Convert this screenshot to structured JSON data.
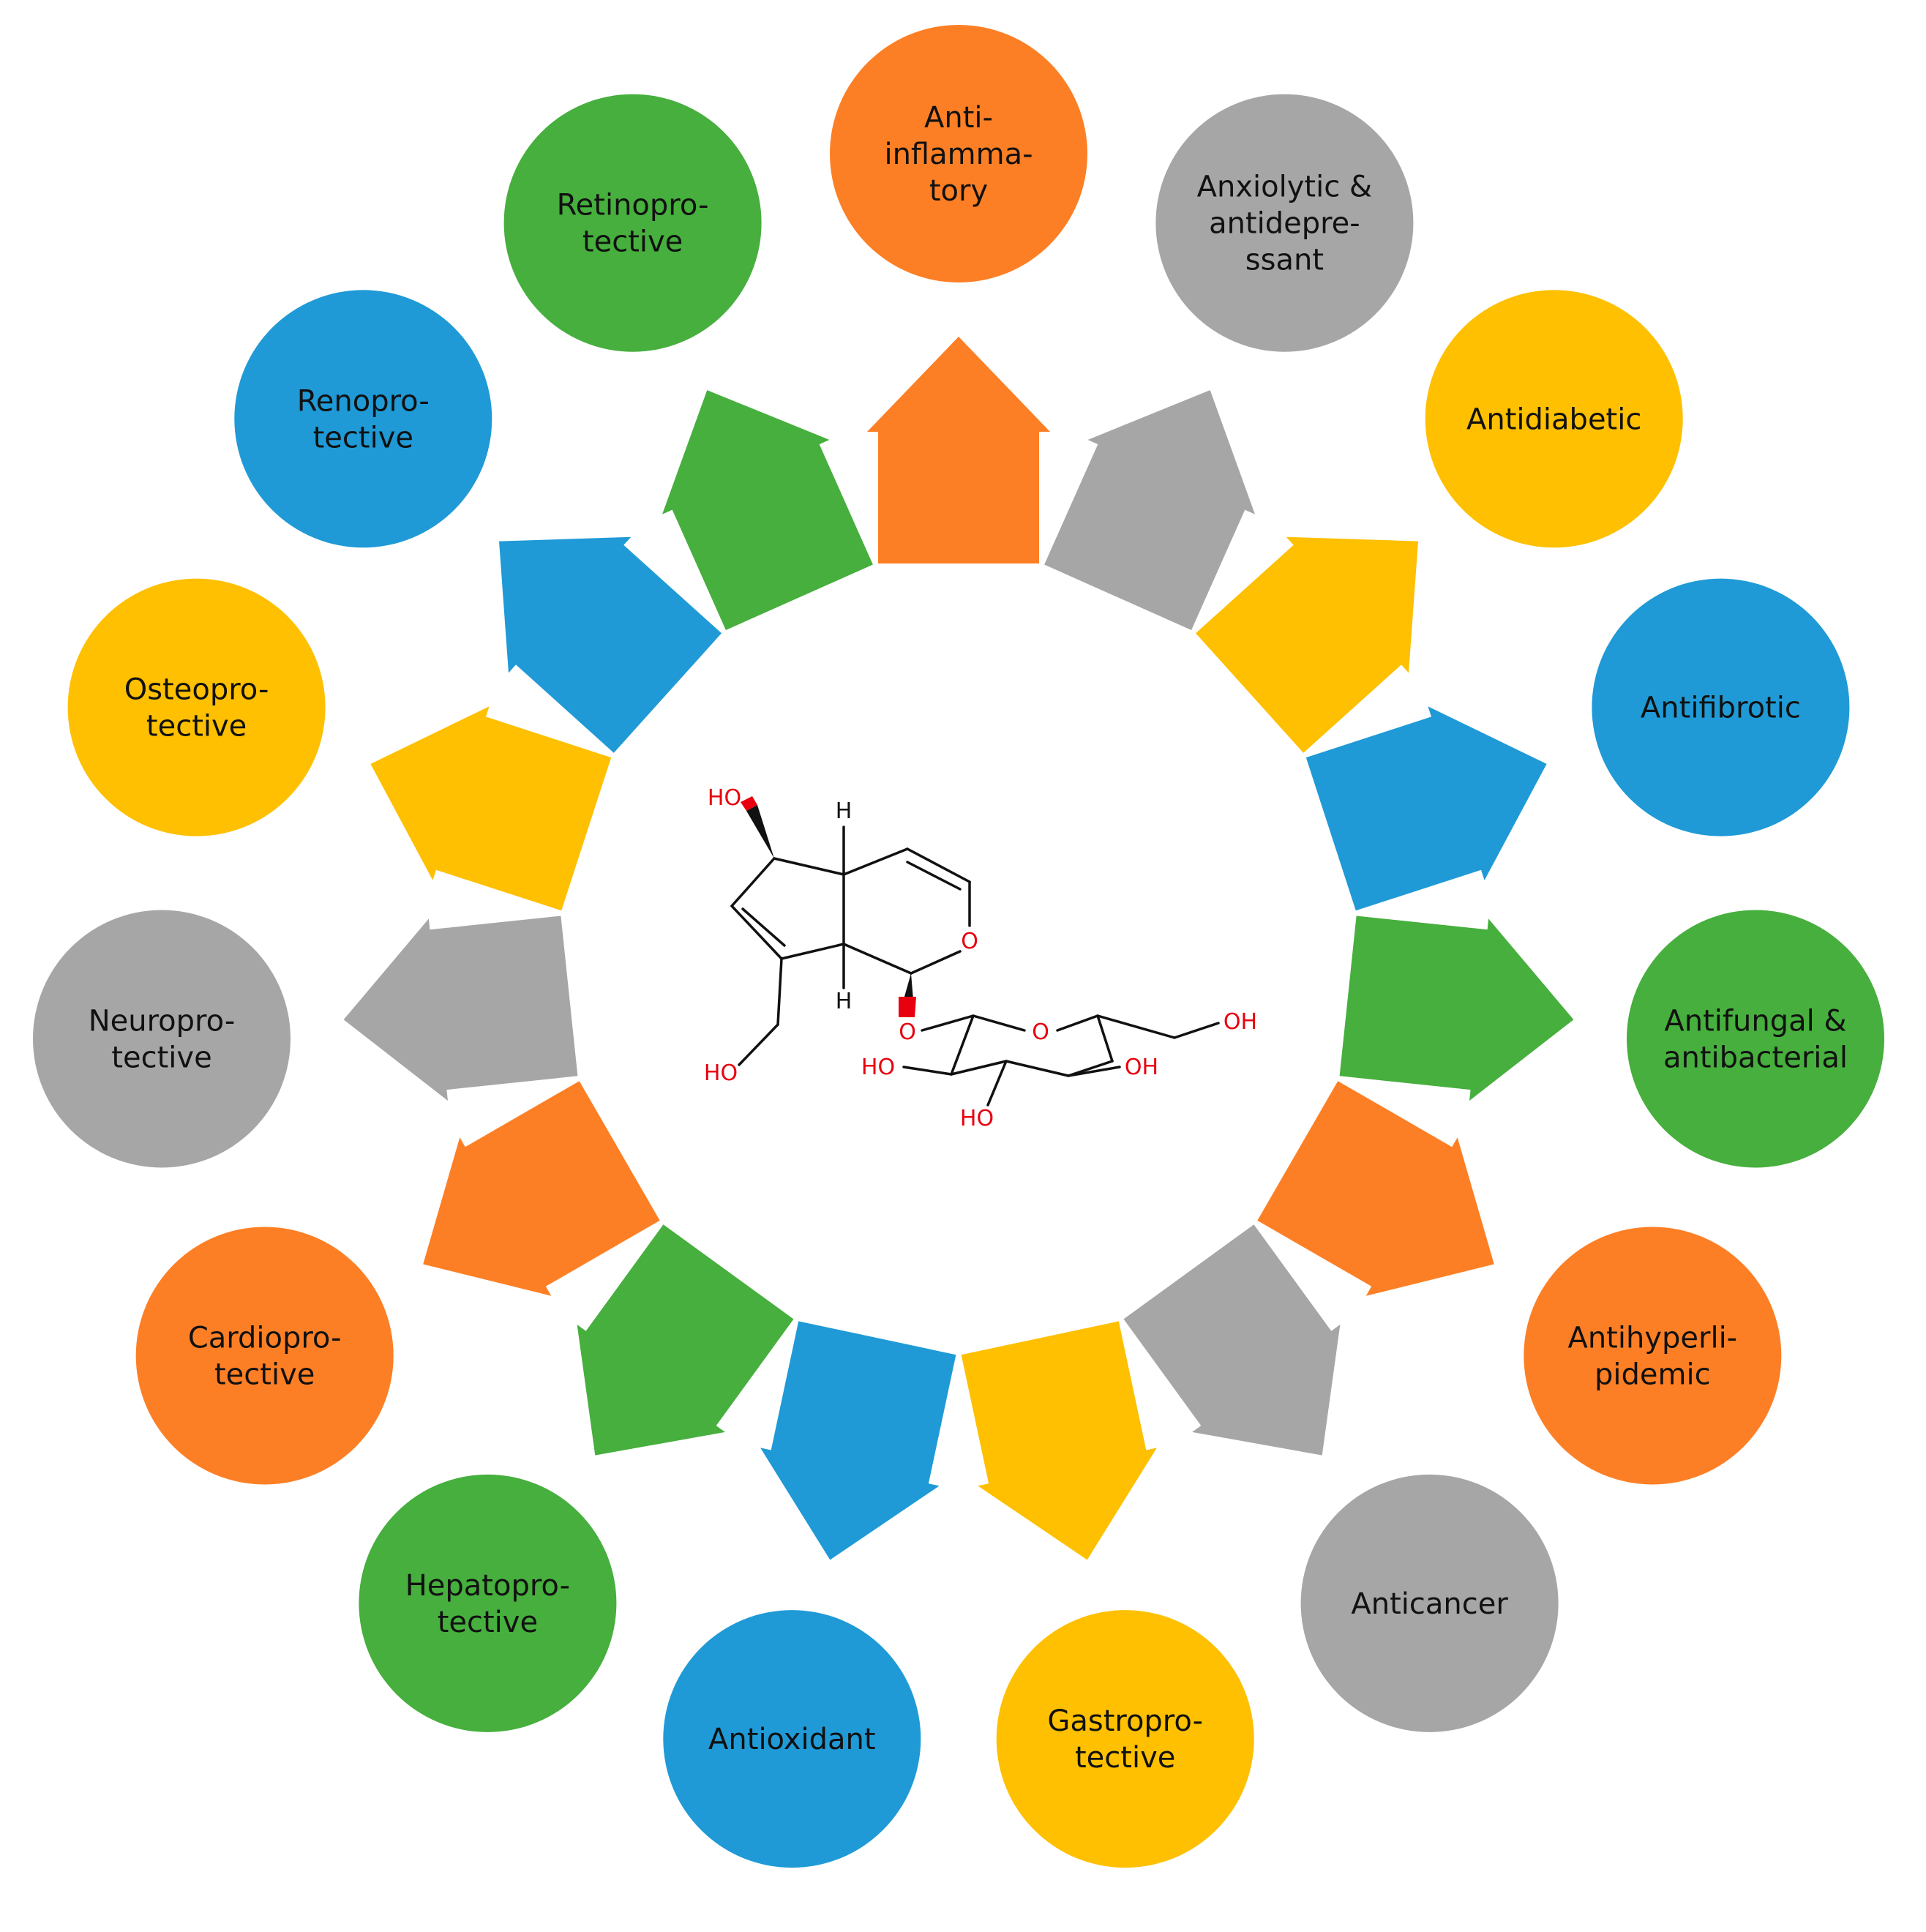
{
  "colors": {
    "orange": "#FD7F25",
    "gray": "#A6A6A6",
    "yellow": "#FEC000",
    "blue": "#1F9AD6",
    "green": "#46AF3D",
    "atom_red": "#E8000E",
    "bond": "#111111"
  },
  "activities": [
    {
      "lines": [
        "Anti-",
        "inflamma-",
        "tory"
      ],
      "color": "orange"
    },
    {
      "lines": [
        "Anxiolytic &",
        "antidepre-",
        "ssant"
      ],
      "color": "gray"
    },
    {
      "lines": [
        "Antidiabetic"
      ],
      "color": "yellow"
    },
    {
      "lines": [
        "Antifibrotic"
      ],
      "color": "blue"
    },
    {
      "lines": [
        "Antifungal &",
        "antibacterial"
      ],
      "color": "green"
    },
    {
      "lines": [
        "Antihyperli-",
        "pidemic"
      ],
      "color": "orange"
    },
    {
      "lines": [
        "Anticancer"
      ],
      "color": "gray"
    },
    {
      "lines": [
        "Gastropro-",
        "tective"
      ],
      "color": "yellow"
    },
    {
      "lines": [
        "Antioxidant"
      ],
      "color": "blue"
    },
    {
      "lines": [
        "Hepatopro-",
        "tective"
      ],
      "color": "green"
    },
    {
      "lines": [
        "Cardiopro-",
        "tective"
      ],
      "color": "orange"
    },
    {
      "lines": [
        "Neuropro-",
        "tective"
      ],
      "color": "gray"
    },
    {
      "lines": [
        "Osteopro-",
        "tective"
      ],
      "color": "yellow"
    },
    {
      "lines": [
        "Renopro-",
        "tective"
      ],
      "color": "blue"
    },
    {
      "lines": [
        "Retinopro-",
        "tective"
      ],
      "color": "green"
    }
  ],
  "molecule": {
    "labels": {
      "ho_top": "HO",
      "h_top": "H",
      "h_bottom": "H",
      "o_ring": "O",
      "o_glyco": "O",
      "o_sugar": "O",
      "oh_right": "OH",
      "ho_left_bottom": "HO",
      "ho_sugar_left": "HO",
      "oh_sugar_right": "OH",
      "ho_sugar_bottom": "HO"
    }
  }
}
